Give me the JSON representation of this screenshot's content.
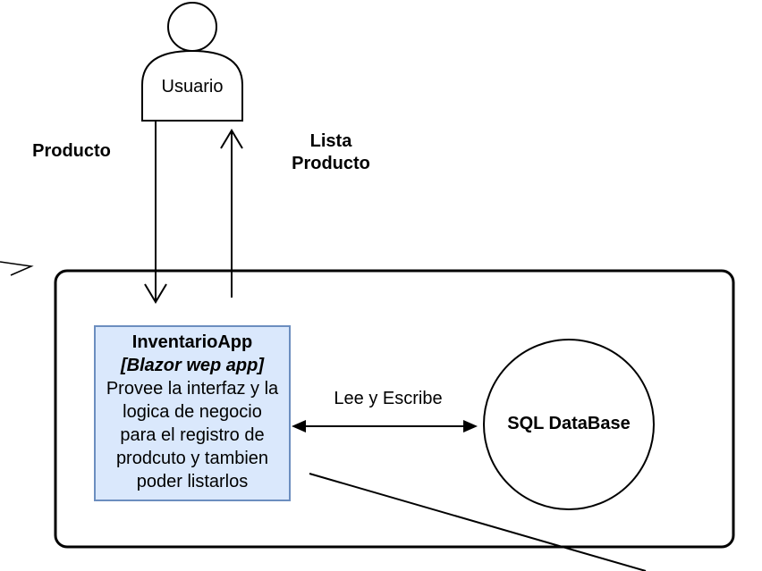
{
  "actor": {
    "label": "Usuario"
  },
  "flows": {
    "request_label": "Producto",
    "response_label_line1": "Lista",
    "response_label_line2": "Producto"
  },
  "app": {
    "title": "InventarioApp",
    "technology": "[Blazor wep app]",
    "description_lines": [
      "Provee la interfaz y la",
      "logica de negocio",
      "para el registro de",
      "prodcuto y tambien",
      "poder listarlos"
    ]
  },
  "connection": {
    "label": "Lee y Escribe"
  },
  "database": {
    "label": "SQL DataBase"
  },
  "colors": {
    "app_fill": "#dae8fc",
    "app_stroke": "#6c8ebf",
    "line": "#000000",
    "background": "#ffffff"
  }
}
